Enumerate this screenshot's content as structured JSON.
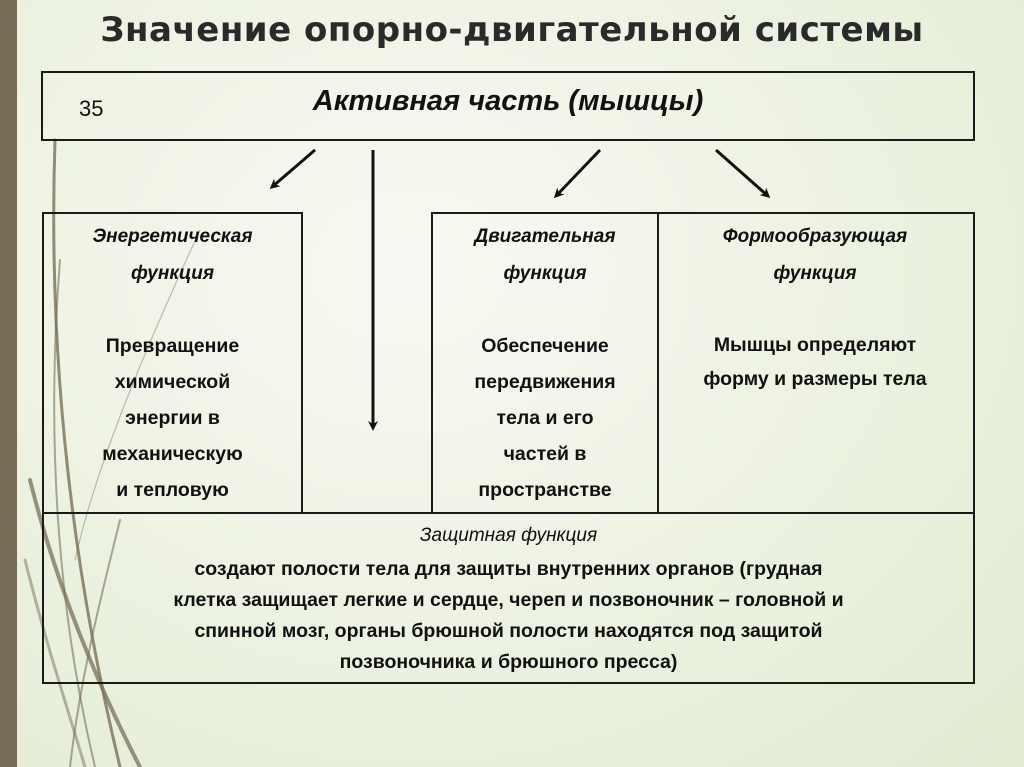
{
  "slide": {
    "title": "Значение опорно-двигательной системы",
    "slide_number": "35",
    "colors": {
      "sidebar": "#756c53",
      "background": "#eef3e4",
      "border": "#1a1a1a",
      "text": "#111111"
    }
  },
  "diagram": {
    "root": {
      "label": "Активная часть (мышцы)"
    },
    "functions": [
      {
        "heading_line1": "Энергетическая",
        "heading_line2": "функция",
        "description_lines": [
          "Превращение",
          "химической",
          "энергии в",
          "механическую",
          "и тепловую"
        ]
      },
      {
        "heading_line1": "Двигательная",
        "heading_line2": "функция",
        "description_lines": [
          "Обеспечение",
          "передвижения",
          "тела и его",
          "частей в",
          "пространстве"
        ]
      },
      {
        "heading_line1": "Формообразующая",
        "heading_line2": "функция",
        "description_lines": [
          "Мышцы определяют",
          "форму и размеры тела"
        ]
      }
    ],
    "protective": {
      "heading": "Защитная функция",
      "description_lines": [
        "создают полости тела для защиты внутренних органов (грудная",
        "клетка защищает легкие и сердце, череп и позвоночник – головной и",
        "спинной мозг, органы брюшной полости находятся под защитой",
        "позвоночника и брюшного пресса)"
      ]
    },
    "arrows": [
      "to-energy",
      "to-protective",
      "to-motor",
      "to-form"
    ]
  }
}
